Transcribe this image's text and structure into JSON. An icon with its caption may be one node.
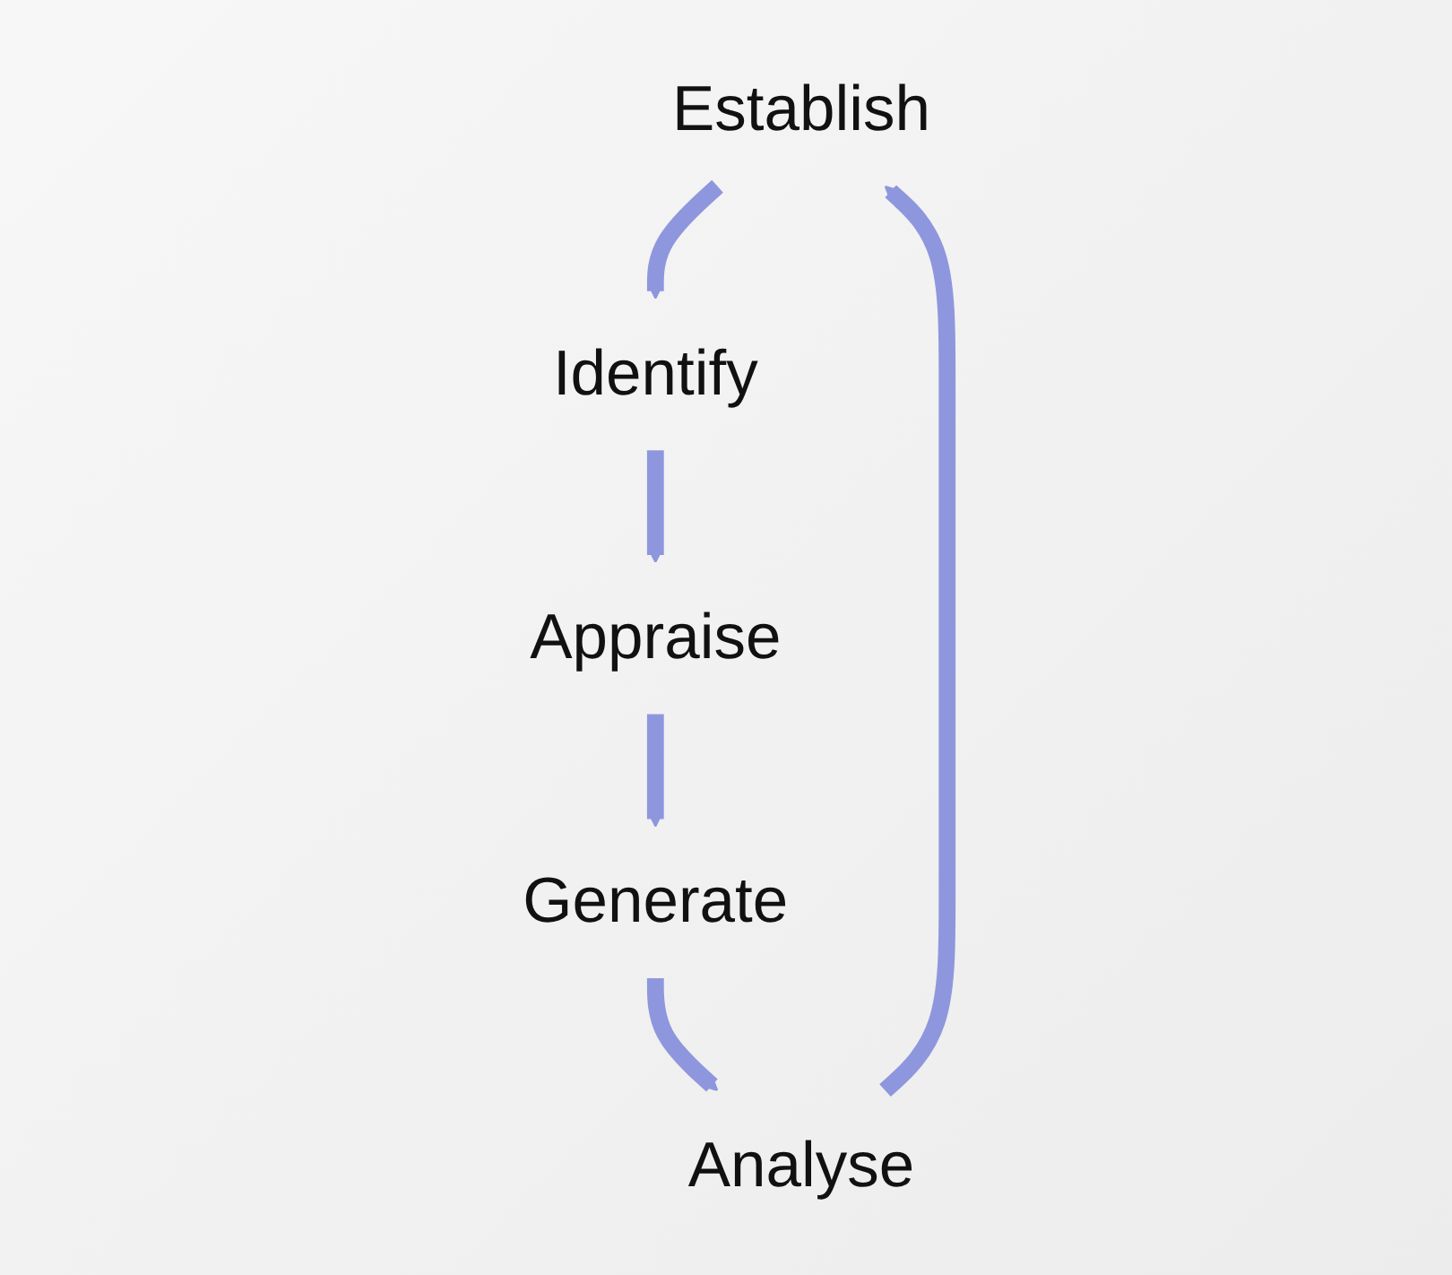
{
  "diagram": {
    "nodes": [
      {
        "text": [
          "Establish"
        ]
      },
      {
        "text": [
          "Identify"
        ]
      },
      {
        "text": [
          "Appraise"
        ]
      },
      {
        "text": [
          "Generate"
        ]
      },
      {
        "text": [
          "Analyse"
        ]
      }
    ],
    "edges": [
      {
        "from": 0,
        "to": 1,
        "arrow": "to"
      },
      {
        "from": 1,
        "to": 2,
        "arrow": "to"
      },
      {
        "from": 2,
        "to": 3,
        "arrow": "to"
      },
      {
        "from": 3,
        "to": 4,
        "arrow": "to"
      },
      {
        "from": 4,
        "to": 0,
        "arrow": "to"
      }
    ]
  }
}
